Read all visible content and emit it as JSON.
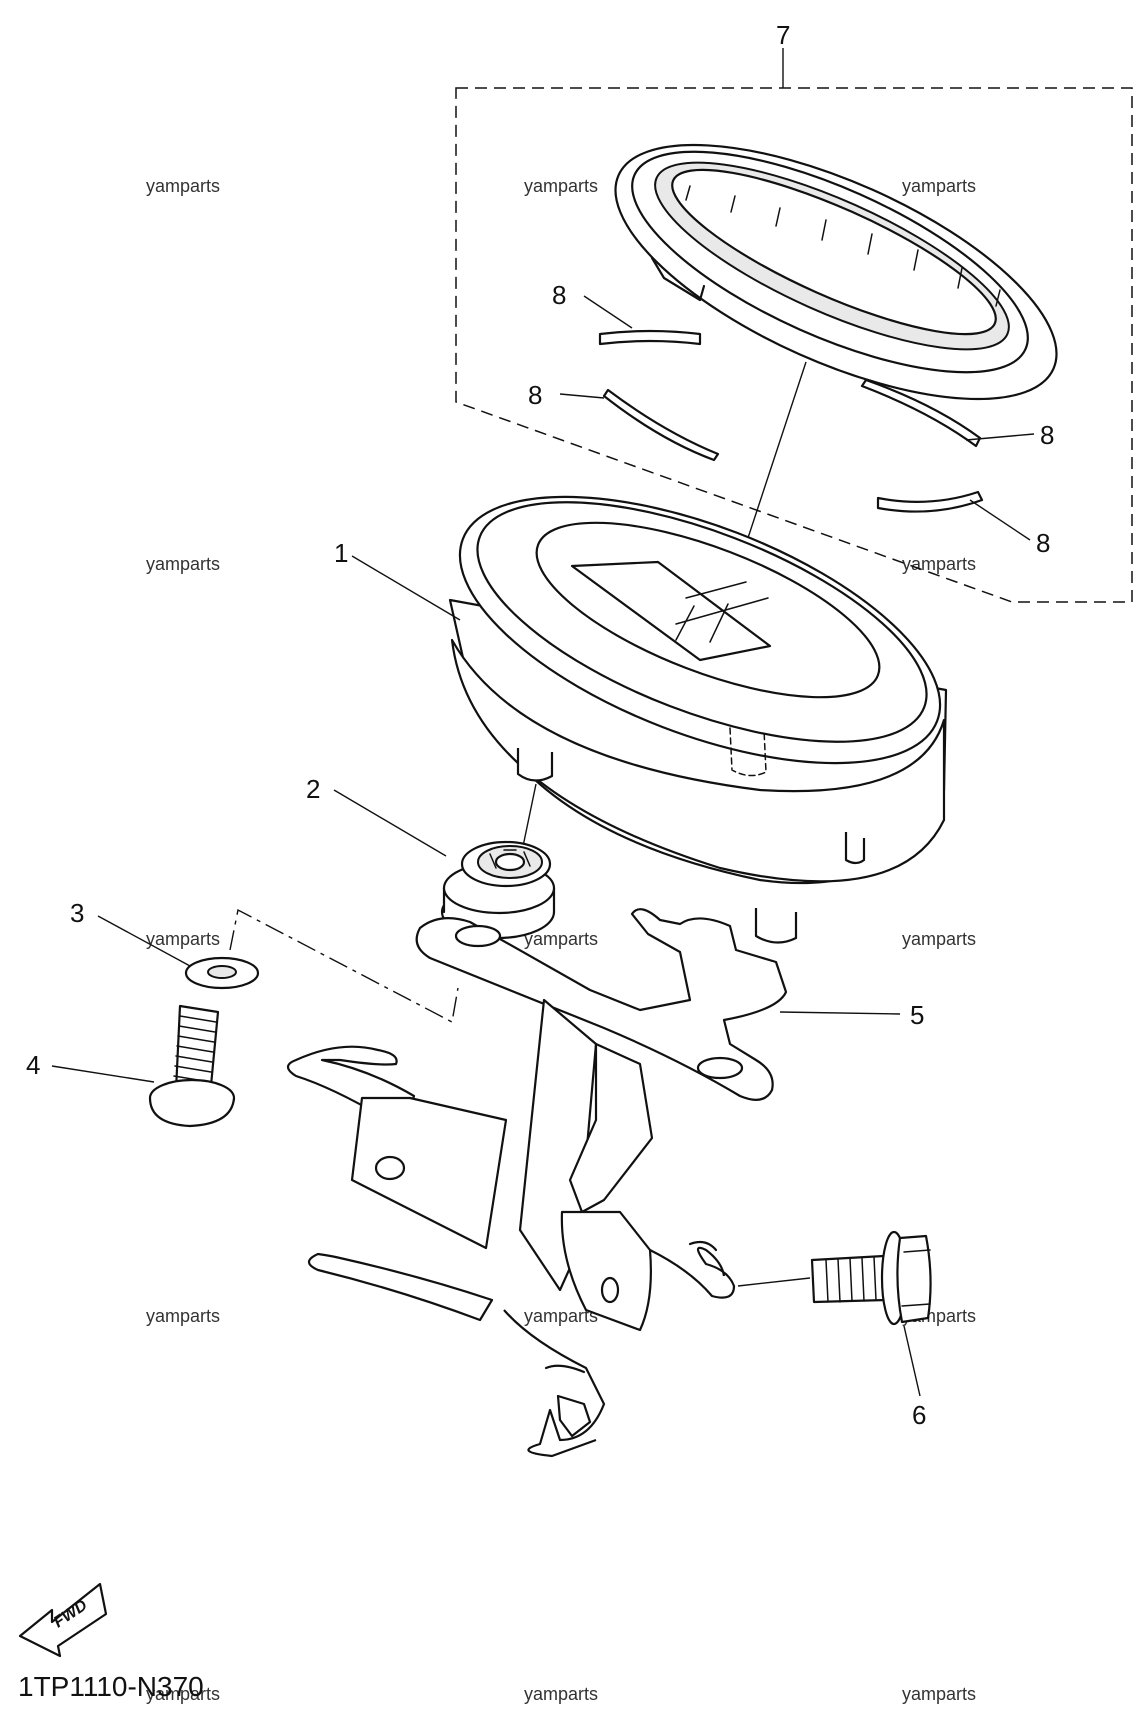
{
  "diagram": {
    "code": "1TP1110-N370",
    "fwd_label": "FWD",
    "watermark": "yamparts",
    "callouts": {
      "c1": "1",
      "c2": "2",
      "c3": "3",
      "c4": "4",
      "c5": "5",
      "c6": "6",
      "c7": "7",
      "c8a": "8",
      "c8b": "8",
      "c8c": "8",
      "c8d": "8"
    }
  }
}
